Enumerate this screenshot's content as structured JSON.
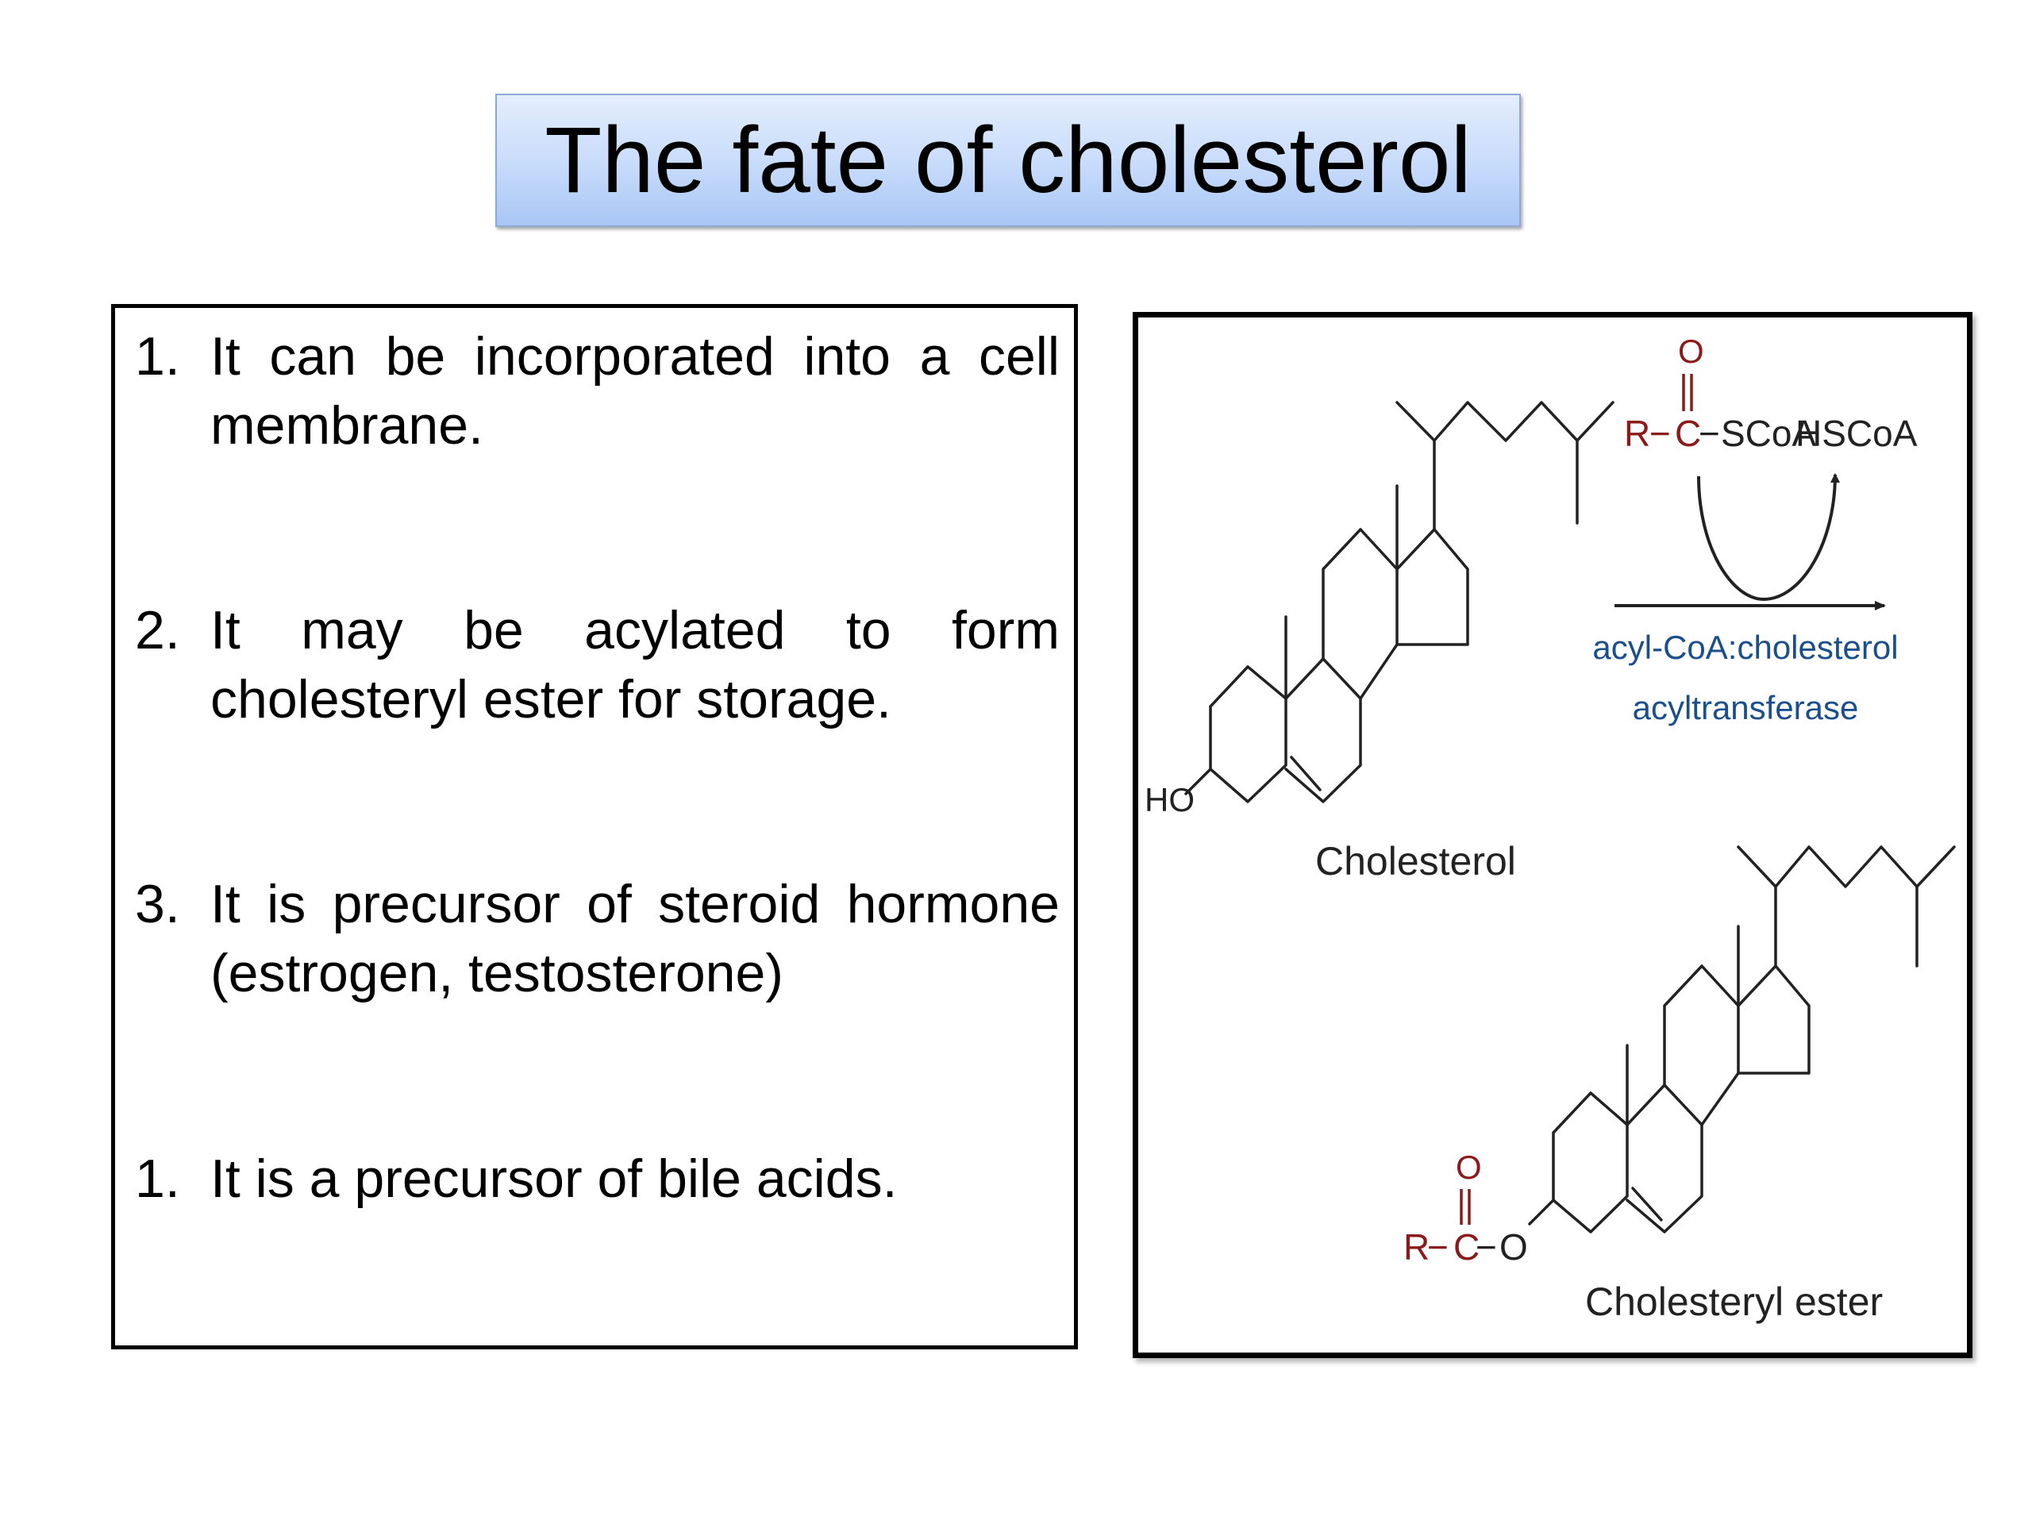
{
  "title": "The fate of cholesterol",
  "list": [
    {
      "number": "1.",
      "text": "It can be incorporated into a cell membrane."
    },
    {
      "number": "2.",
      "text": "It may be acylated to form cholesteryl ester for storage."
    },
    {
      "number": "3.",
      "text": "It is precursor of steroid hormone (estrogen, testosterone)"
    },
    {
      "number": "1.",
      "text": "It is a precursor of bile acids."
    }
  ],
  "diagram": {
    "reactant_label": "Cholesterol",
    "hydroxyl_label": "HO",
    "acyl_coa": {
      "o": "O",
      "r": "R",
      "c": "C",
      "dash1": "−",
      "dash2": "−",
      "group": "SCoA"
    },
    "released": "HSCoA",
    "enzyme_line1": "acyl-CoA:cholesterol",
    "enzyme_line2": "acyltransferase",
    "product_label": "Cholesteryl ester",
    "ester": {
      "o_top": "O",
      "r": "R",
      "c": "C",
      "o_link": "O",
      "dash1": "−",
      "dash2": "−"
    },
    "colors": {
      "acyl": "#8b1a1a",
      "enzyme": "#1a4f8b"
    }
  }
}
